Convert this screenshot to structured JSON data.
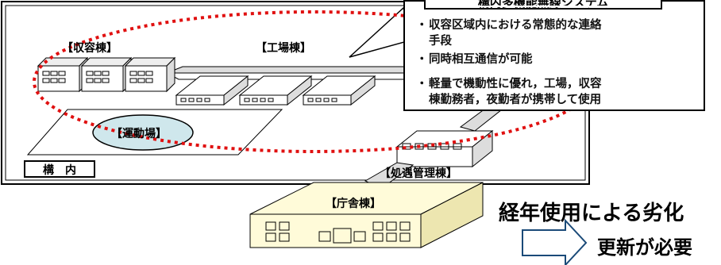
{
  "callout": {
    "title": "構内多機能無線システム",
    "bullets": [
      {
        "line1": "収容区域内における常態的な連絡",
        "line2": "手段"
      },
      {
        "line1": "同時相互通信が可能",
        "line2": ""
      },
      {
        "line1": "軽量で機動性に優れ，工場，収容",
        "line2": "棟勤務者，夜勤者が携帯して使用"
      }
    ],
    "bullet_mark": "・"
  },
  "labels": {
    "shuyo": "【収容棟】",
    "kojo": "【工場棟】",
    "undojo": "【運動場】",
    "kanai": "構　内",
    "shogu": "【処遇管理棟】",
    "chosha": "【庁舎棟】"
  },
  "conclusion": {
    "line1": "経年使用による劣化",
    "line2": "更新が必要"
  },
  "colors": {
    "dashed_ellipse": "#e01010",
    "field_fill": "#cfe7ec",
    "chosha_fill": "#fffbd9",
    "building_fill": "#ffffff"
  }
}
